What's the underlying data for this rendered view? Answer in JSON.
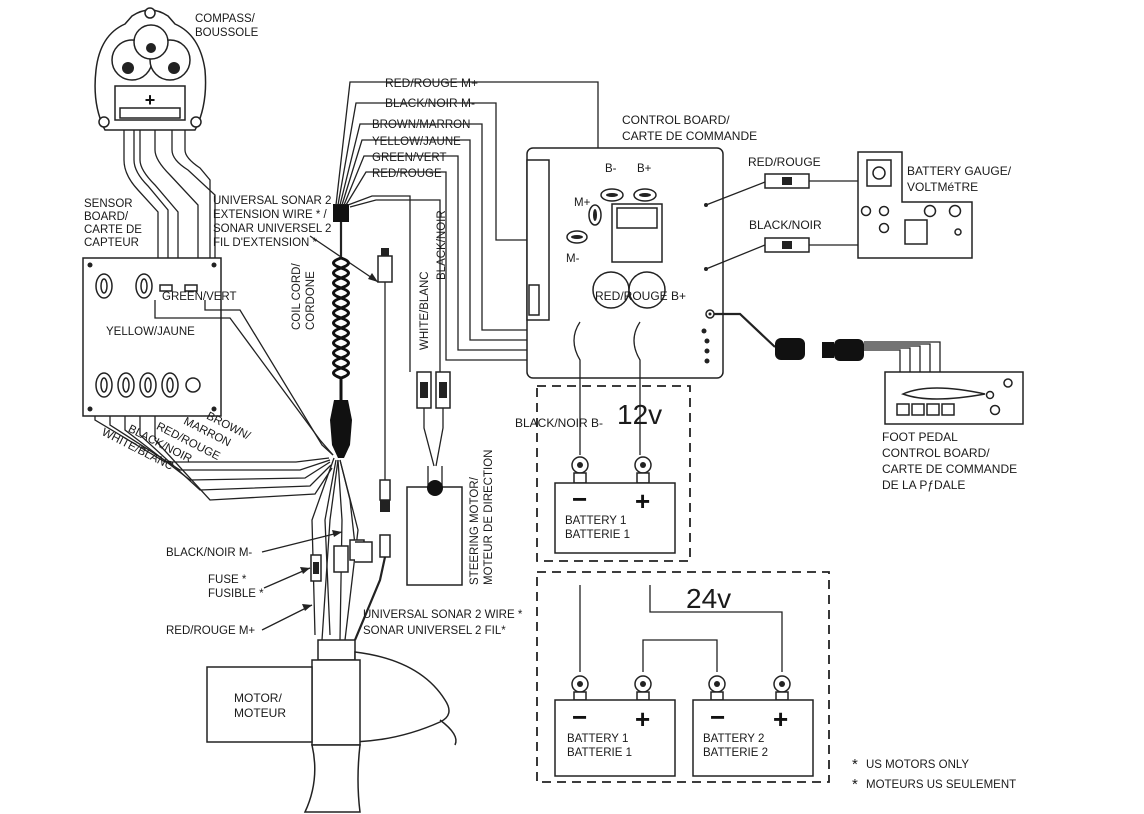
{
  "colors": {
    "ink": "#1a1a1a",
    "paper": "#ffffff"
  },
  "labels": {
    "compass": [
      "COMPASS/",
      "BOUSSOLE"
    ],
    "sensor_board": [
      "SENSOR",
      "BOARD/",
      "CARTE DE",
      "CAPTEUR"
    ],
    "sensor_green": "GREEN/VERT",
    "sensor_yellow": "YELLOW/JAUNE",
    "sensor_wires": [
      "BROWN/",
      "MARRON",
      "RED/ROUGE",
      "BLACK/NOIR",
      "WHITE/BLANC"
    ],
    "sonar_ext": [
      "UNIVERSAL SONAR 2",
      "EXTENSION WIRE * /",
      "SONAR UNIVERSEL 2",
      "FIL D'EXTENSION *"
    ],
    "coil_cord": [
      "COIL CORD/",
      "CORDONE"
    ],
    "harness": [
      "RED/ROUGE M+",
      "BLACK/NOIR M-",
      "BROWN/MARRON",
      "YELLOW/JAUNE",
      "GREEN/VERT",
      "RED/ROUGE"
    ],
    "white_blanc": "WHITE/BLANC",
    "black_noir_vertical": "BLACK/NOIR",
    "steering_motor": [
      "STEERING MOTOR/",
      "MOTEUR DE DIRECTION"
    ],
    "control_board": [
      "CONTROL BOARD/",
      "CARTE DE COMMANDE"
    ],
    "terminals": {
      "b_minus": "B-",
      "b_plus": "B+",
      "m_plus": "M+",
      "m_minus": "M-"
    },
    "red_rouge_bplus": "RED/ROUGE B+",
    "gauge_red": "RED/ROUGE",
    "gauge_black": "BLACK/NOIR",
    "battery_gauge": [
      "BATTERY GAUGE/",
      "VOLTMéTRE"
    ],
    "foot_pedal": [
      "FOOT PEDAL",
      "CONTROL BOARD/",
      "CARTE DE COMMANDE",
      "DE LA PƒDALE"
    ],
    "black_noir_bminus": "BLACK/NOIR B-",
    "volt_12": "12v",
    "volt_24": "24v",
    "battery_minus": "−",
    "battery_plus": "+",
    "battery1": [
      "BATTERY 1",
      "BATTERIE 1"
    ],
    "battery2": [
      "BATTERY 2",
      "BATTERIE 2"
    ],
    "motor_black": "BLACK/NOIR M-",
    "fuse": [
      "FUSE *",
      "FUSIBLE *"
    ],
    "motor_red": "RED/ROUGE M+",
    "sonar_wire": [
      "UNIVERSAL SONAR 2 WIRE *",
      "SONAR UNIVERSEL 2 FIL*"
    ],
    "motor": [
      "MOTOR/",
      "MOTEUR"
    ],
    "footnote": [
      "US MOTORS ONLY",
      "MOTEURS US SEULEMENT"
    ],
    "footnote_mark": "*"
  }
}
